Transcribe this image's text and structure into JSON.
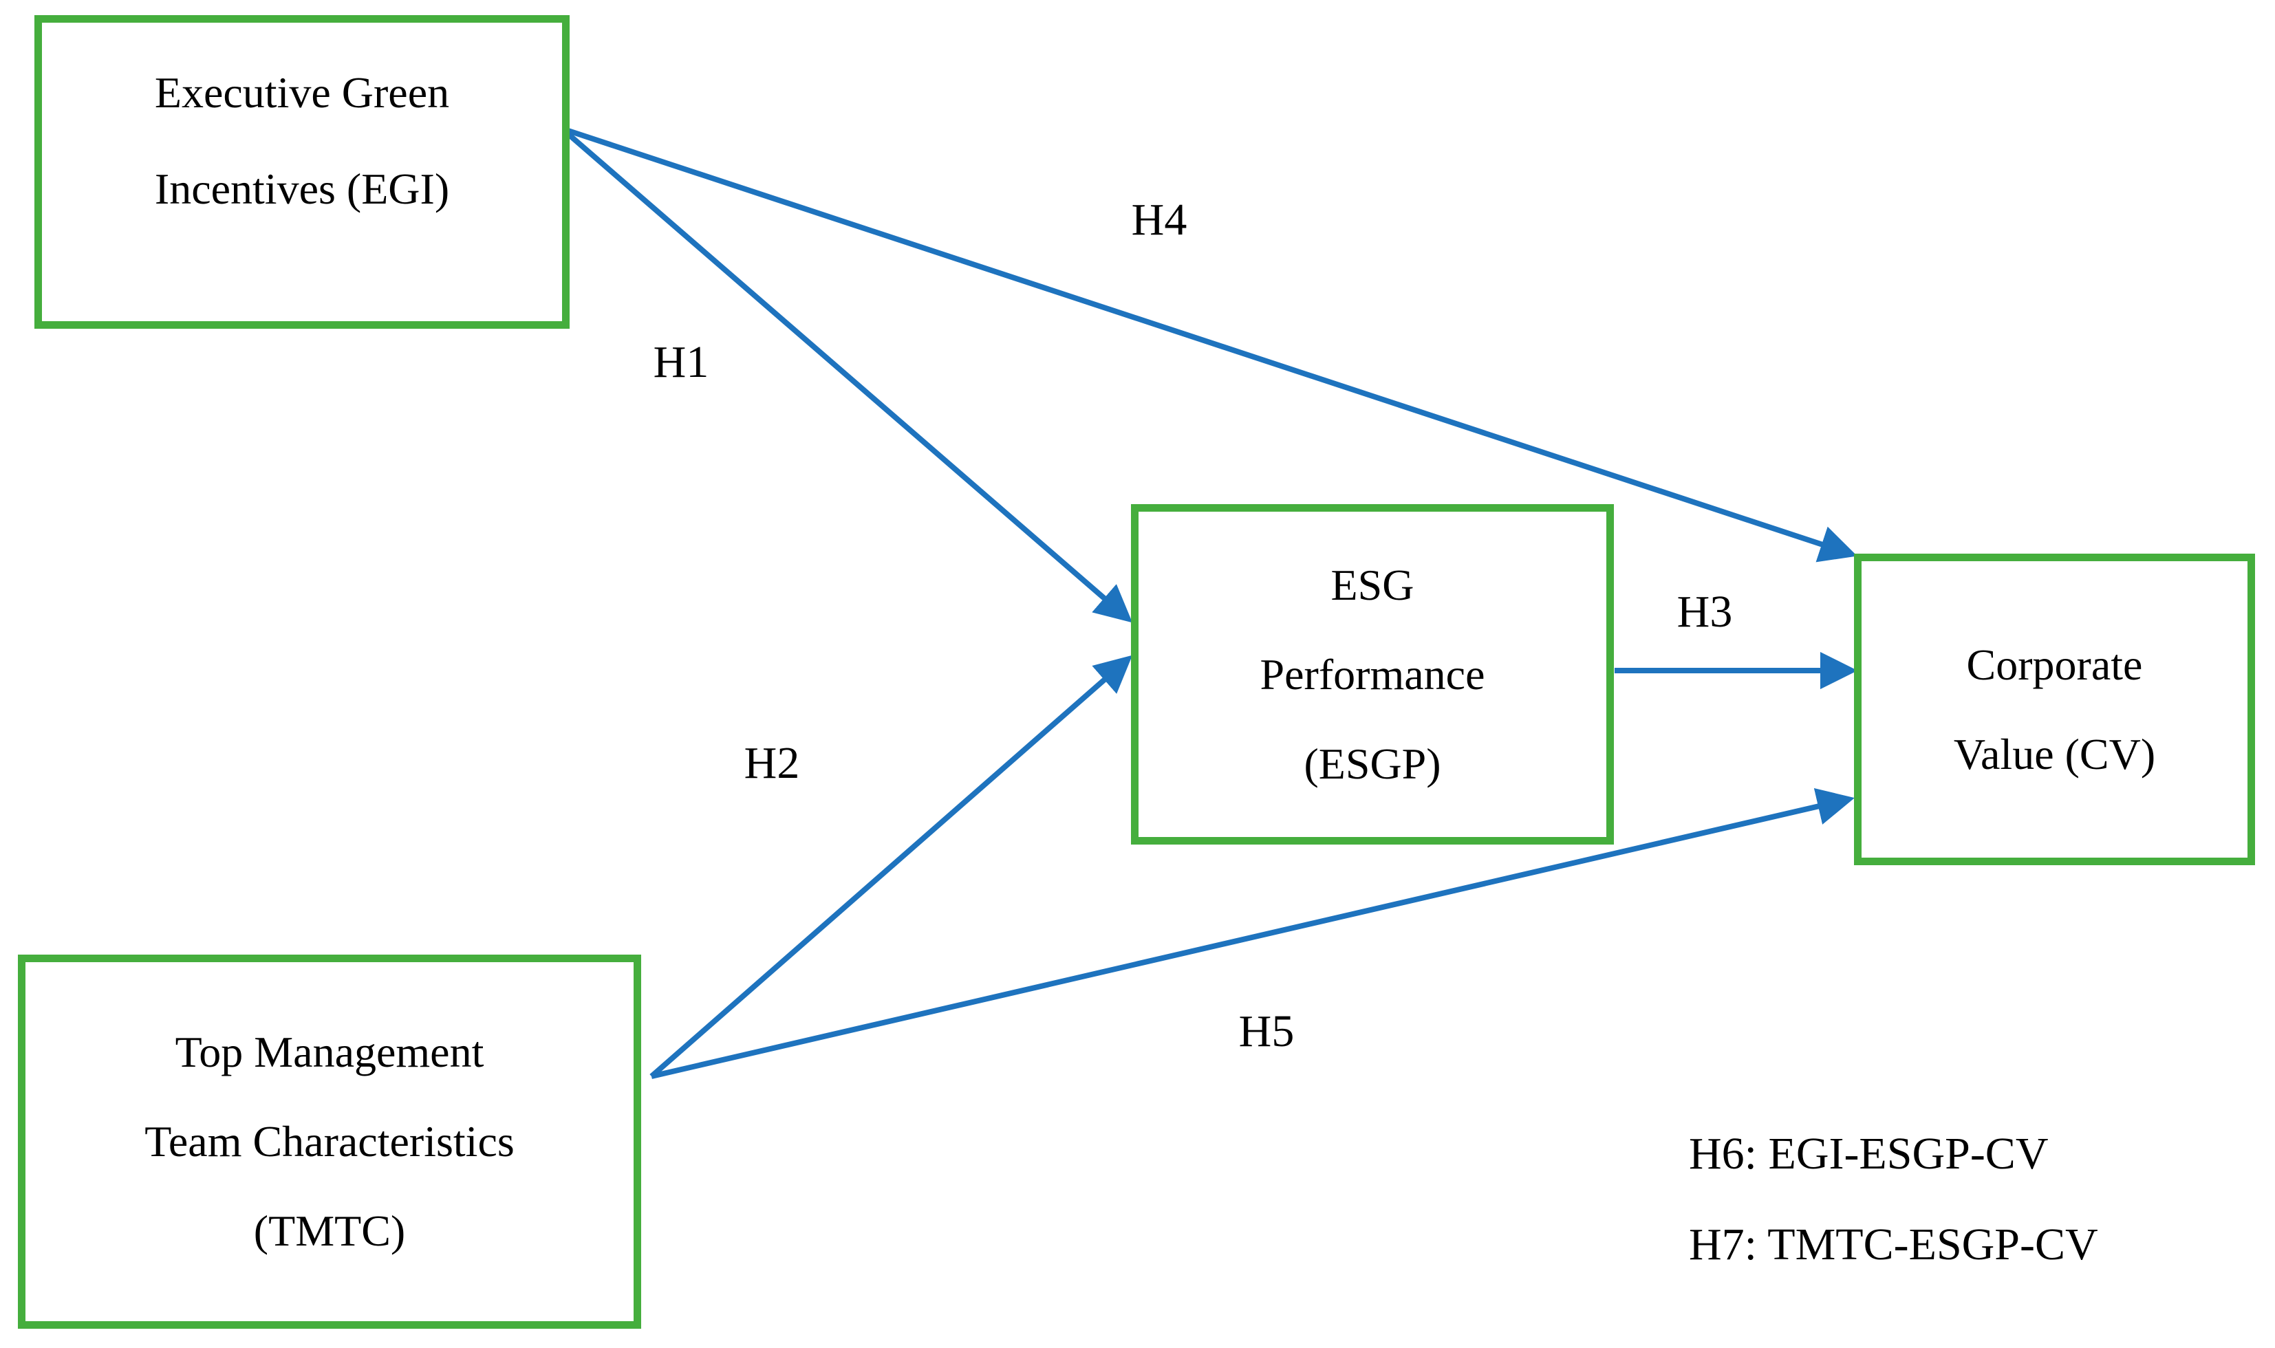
{
  "boxes": {
    "egi": {
      "lines": [
        "Executive Green",
        "Incentives (EGI)"
      ]
    },
    "tmtc": {
      "lines": [
        "Top Management",
        "Team Characteristics",
        "(TMTC)"
      ]
    },
    "esgp": {
      "lines": [
        "ESG",
        "Performance",
        "(ESGP)"
      ]
    },
    "cv": {
      "lines": [
        "Corporate",
        "Value (CV)"
      ]
    }
  },
  "arrows": {
    "h1": {
      "label": "H1",
      "from": "EGI",
      "to": "ESGP"
    },
    "h2": {
      "label": "H2",
      "from": "TMTC",
      "to": "ESGP"
    },
    "h3": {
      "label": "H3",
      "from": "ESGP",
      "to": "CV"
    },
    "h4": {
      "label": "H4",
      "from": "EGI",
      "to": "CV"
    },
    "h5": {
      "label": "H5",
      "from": "TMTC",
      "to": "CV"
    }
  },
  "notes": {
    "lines": [
      "H6: EGI-ESGP-CV",
      "H7: TMTC-ESGP-CV"
    ]
  },
  "colors": {
    "box_border": "#45AE3D",
    "arrow": "#1E73BE",
    "text": "#000000",
    "background": "#FFFFFF"
  }
}
